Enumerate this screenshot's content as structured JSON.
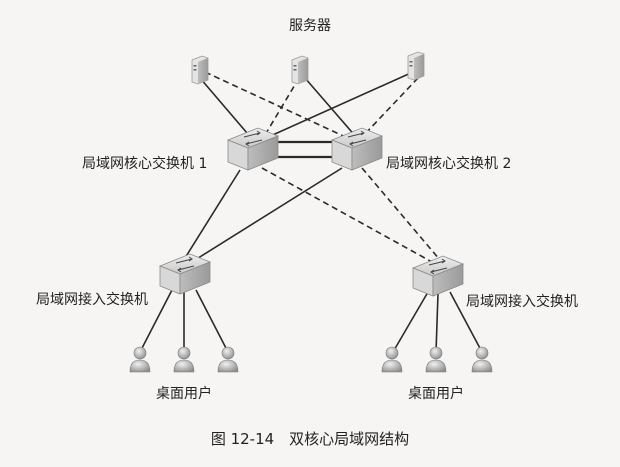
{
  "title": "服务器",
  "core_switch_1_label": "局域网核心交换机 1",
  "core_switch_2_label": "局域网核心交换机 2",
  "access_switch_left_label": "局域网接入交换机",
  "access_switch_right_label": "局域网接入交换机",
  "desktop_users_left_label": "桌面用户",
  "desktop_users_right_label": "桌面用户",
  "caption": "图 12-14　双核心局域网结构",
  "colors": {
    "line": "#2a2a2a",
    "device": "#cfcfcf"
  }
}
